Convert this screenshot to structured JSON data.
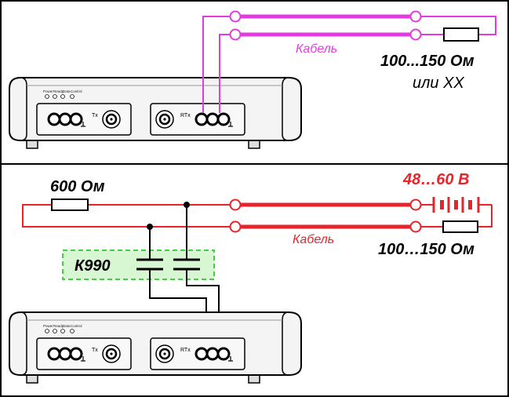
{
  "colors": {
    "magenta": "#e23be2",
    "red": "#e8232a",
    "green": "#3fd13f",
    "green_fill": "#d7f7d2",
    "black": "#000000"
  },
  "top_circuit": {
    "cable_label": "Кабель",
    "resistor_label_line1": "100...150 Ом",
    "resistor_label_line2": "или XX"
  },
  "bottom_circuit": {
    "series_resistor_label": "600 Ом",
    "voltage_label": "48…60 В",
    "cable_label": "Кабель",
    "termination_label": "100…150 Ом",
    "capacitor_block_label": "К990"
  },
  "device": {
    "led_labels": [
      "Power",
      "Ready",
      "Data",
      "Control"
    ],
    "tx_label": "Tx",
    "rtx_label": "RTx"
  }
}
